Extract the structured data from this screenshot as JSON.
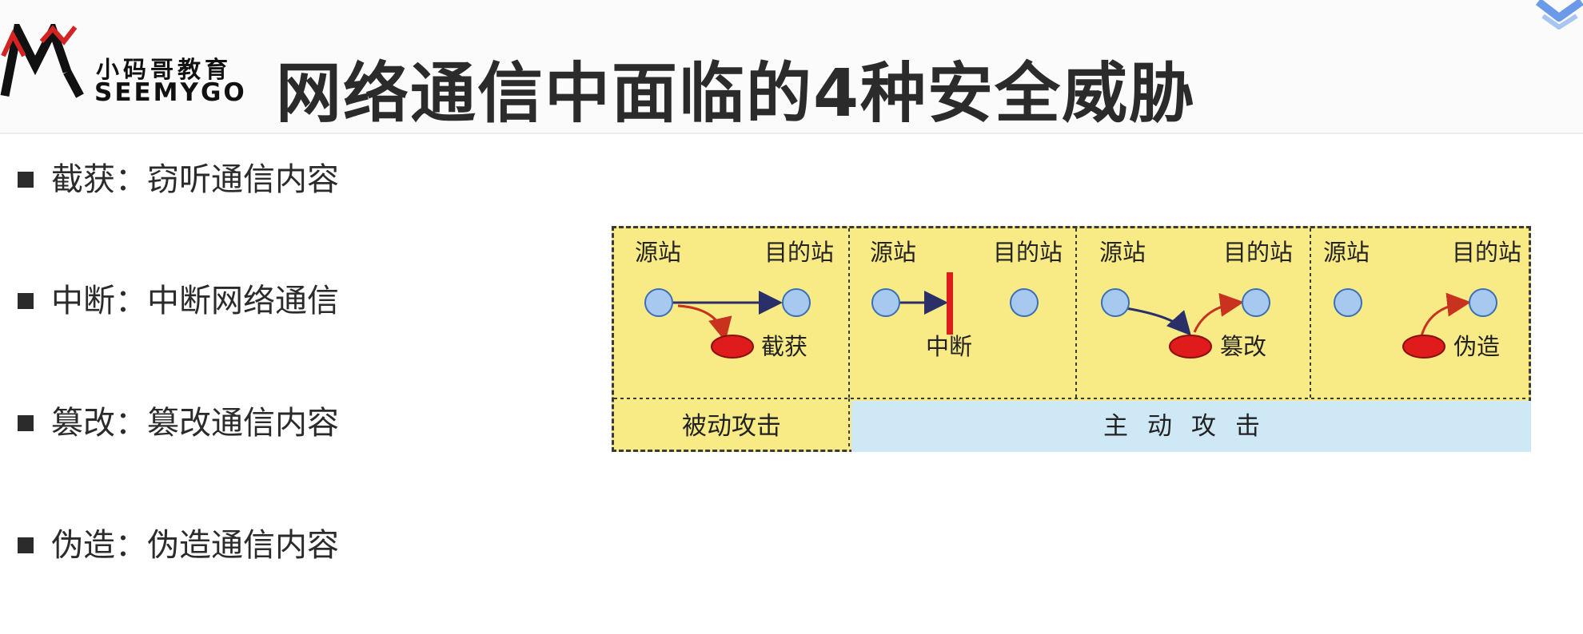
{
  "logo": {
    "cn_text": "小码哥教育",
    "en_text": "SEEMYGO"
  },
  "title": "网络通信中面临的4种安全威胁",
  "threats": [
    {
      "label": "截获：窃听通信内容"
    },
    {
      "label": "中断：中断网络通信"
    },
    {
      "label": "篡改：篡改通信内容"
    },
    {
      "label": "伪造：伪造通信内容"
    }
  ],
  "diagram": {
    "panels": [
      {
        "source_label": "源站",
        "dest_label": "目的站",
        "action_label": "截获"
      },
      {
        "source_label": "源站",
        "dest_label": "目的站",
        "action_label": "中断"
      },
      {
        "source_label": "源站",
        "dest_label": "目的站",
        "action_label": "篡改"
      },
      {
        "source_label": "源站",
        "dest_label": "目的站",
        "action_label": "伪造"
      }
    ],
    "passive_label": "被动攻击",
    "active_label": "主动攻击",
    "colors": {
      "background": "#f8eb86",
      "active_band": "#cfe8f6",
      "node": "#a7c9f0",
      "attacker": "#e01b1b",
      "arrow_dark": "#2a2f6a",
      "arrow_red": "#c8321e"
    }
  }
}
